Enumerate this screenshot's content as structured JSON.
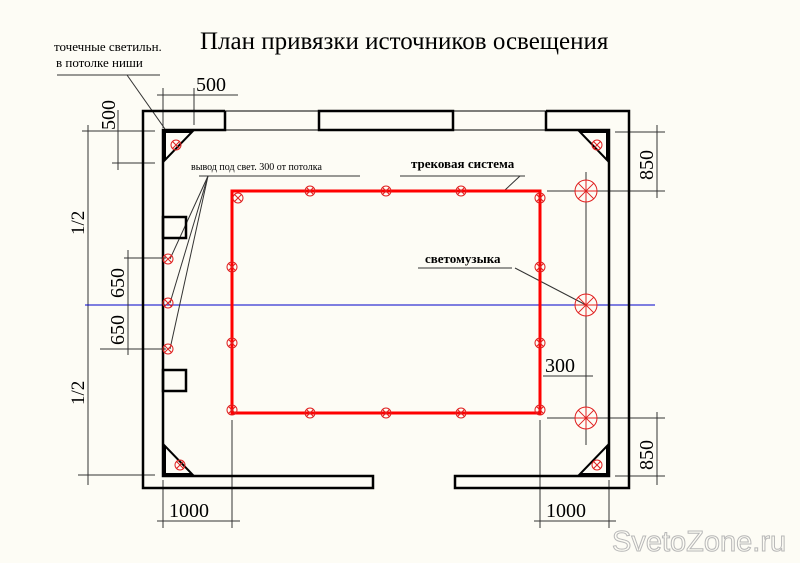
{
  "title": "План привязки источников освещения",
  "labels": {
    "spot_lights_line1": "точечные  светильн.",
    "spot_lights_line2": "в потолке ниши",
    "outlet": "вывод под свет. 300 от потолка",
    "track": "трековая система",
    "lightmusic": "светомузыка"
  },
  "dimensions": {
    "top_500": "500",
    "left_500": "500",
    "half_top": "1/2",
    "half_bottom": "1/2",
    "d650_a": "650",
    "d650_b": "650",
    "right_850_top": "850",
    "right_850_bottom": "850",
    "d300": "300",
    "bottom_1000_left": "1000",
    "bottom_1000_right": "1000"
  },
  "watermark": "SvetoZone.ru",
  "colors": {
    "wall": "#000000",
    "track": "#ff0000",
    "fixture": "#e02020",
    "axis": "#0000cc",
    "dim": "#333333"
  }
}
